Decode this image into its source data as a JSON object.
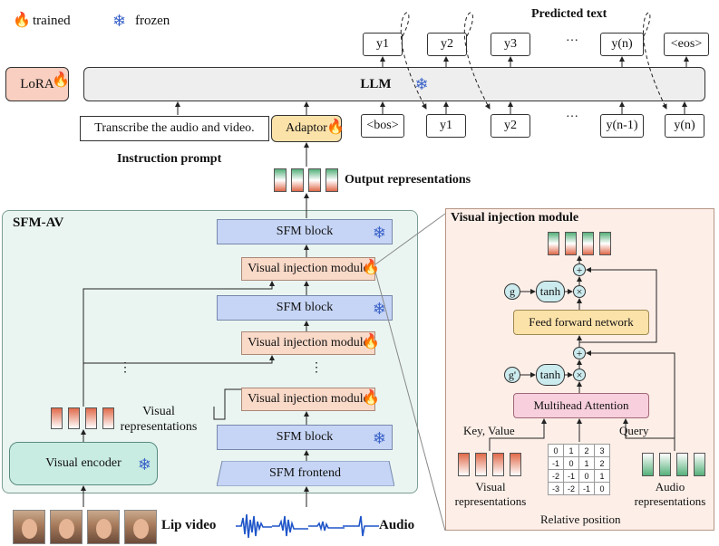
{
  "legend": {
    "trained": "trained",
    "frozen": "frozen"
  },
  "top": {
    "predicted_text": "Predicted text",
    "outputs": [
      "y1",
      "y2",
      "y3",
      "…",
      "y(n)",
      "<eos>"
    ],
    "inputs": [
      "<bos>",
      "y1",
      "y2",
      "…",
      "y(n-1)",
      "y(n)"
    ],
    "lora": "LoRA",
    "llm": "LLM",
    "prompt_text": "Transcribe the audio and video.",
    "instruction_prompt": "Instruction prompt",
    "adaptor": "Adaptor",
    "output_representations": "Output representations"
  },
  "sfm_av": {
    "title": "SFM-AV",
    "sfm_block": "SFM block",
    "vim": "Visual injection module",
    "sfm_frontend": "SFM frontend",
    "visual_encoder": "Visual encoder",
    "visual_representations": "Visual representations",
    "dots": "⋮"
  },
  "bottom": {
    "lip_video": "Lip video",
    "audio": "Audio"
  },
  "vim_detail": {
    "title": "Visual injection module",
    "g": "g",
    "g_prime": "g'",
    "tanh": "tanh",
    "ffn": "Feed forward network",
    "mha": "Multihead Attention",
    "key_value": "Key, Value",
    "query": "Query",
    "visual_representations": "Visual representations",
    "audio_representations": "Audio representations",
    "relative_position": "Relative position",
    "matrix": [
      [
        "0",
        "1",
        "2",
        "3"
      ],
      [
        "-1",
        "0",
        "1",
        "2"
      ],
      [
        "-2",
        "-1",
        "0",
        "1"
      ],
      [
        "-3",
        "-2",
        "-1",
        "0"
      ]
    ]
  },
  "colors": {
    "snow": "#3b63c9",
    "sfm": "#c6d5f5",
    "vim": "#f9d9c8",
    "llm": "#eeeeee"
  },
  "icons": {
    "trained": "fire-icon",
    "frozen": "snowflake-icon"
  }
}
